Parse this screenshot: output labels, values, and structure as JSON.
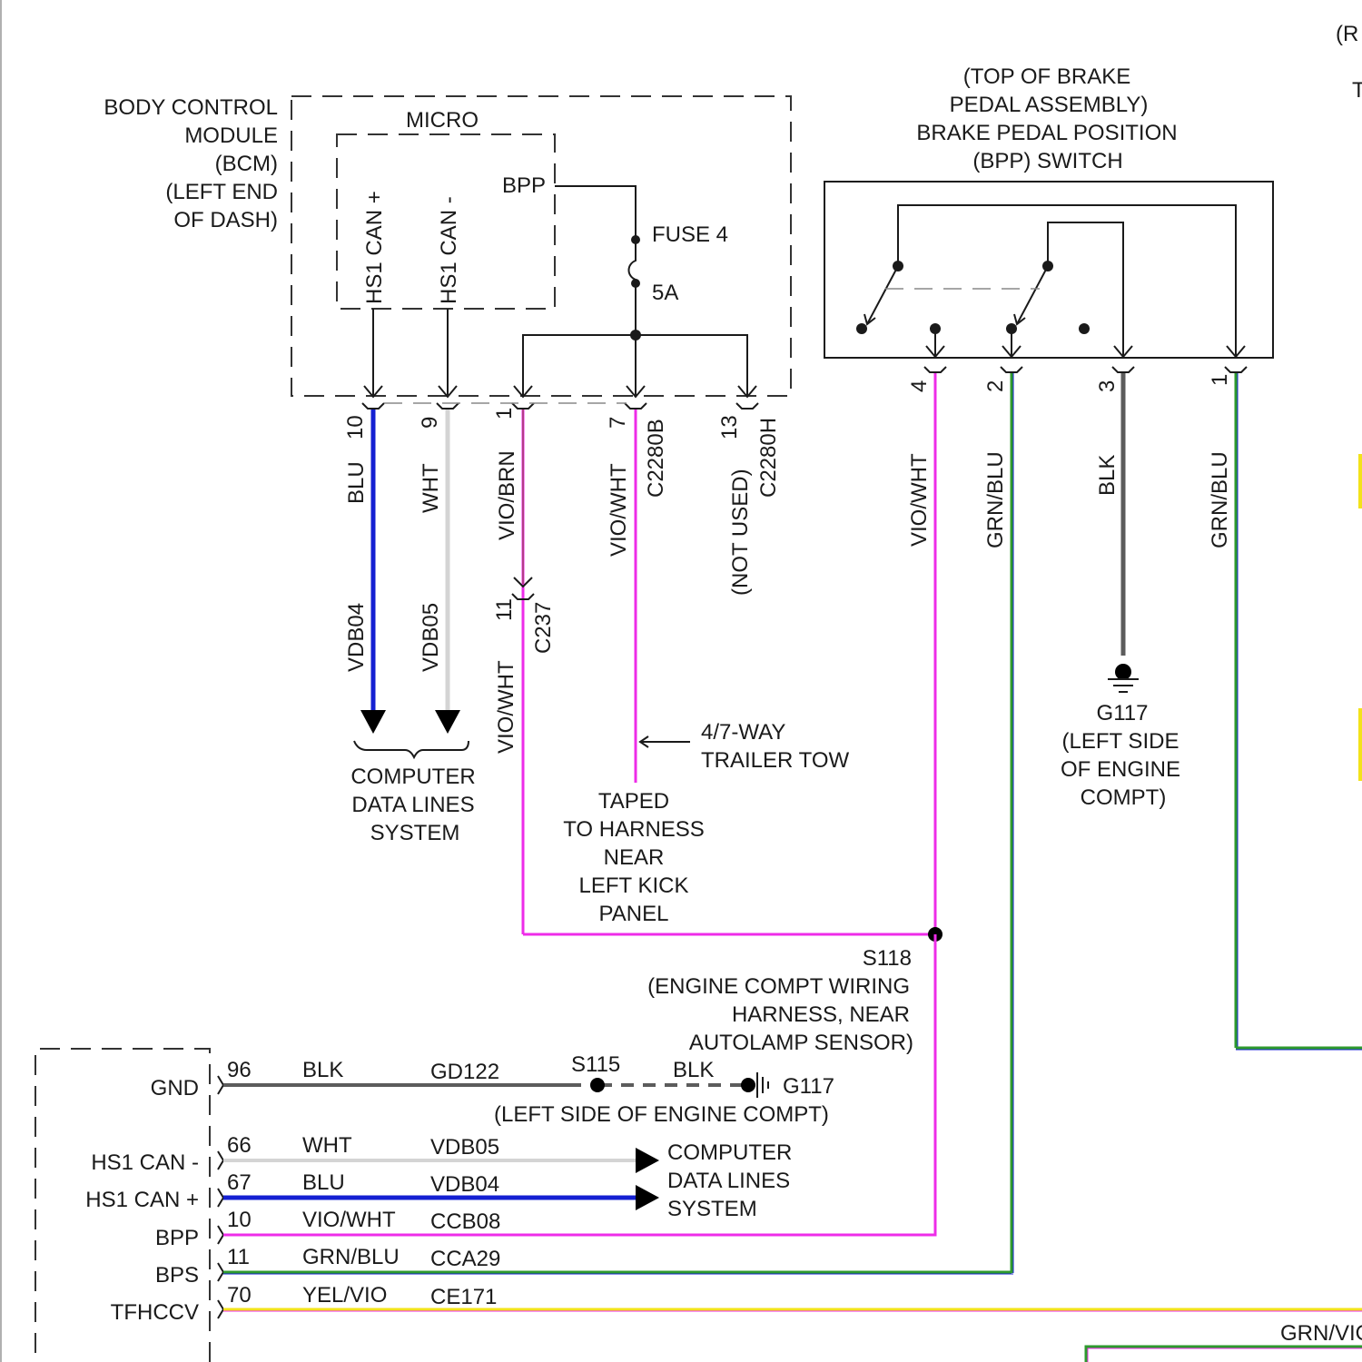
{
  "colors": {
    "blu": "#1420d2",
    "wht": "#d4d4d4",
    "vio": "#ee2ce8",
    "blk": "#5c5c5c",
    "grn": "#2e9a2e",
    "yel": "#f3e21a",
    "line": "#1a1a1a"
  },
  "top_right_fragments": {
    "r": "(R",
    "t": "T",
    "grnvio": "GRN/VIO"
  },
  "bcm": {
    "label_lines": [
      "BODY CONTROL",
      "MODULE",
      "(BCM)",
      "(LEFT END",
      "OF DASH)"
    ],
    "micro": "MICRO",
    "hs1_can_plus": "HS1 CAN +",
    "hs1_can_minus": "HS1 CAN -",
    "bpp": "BPP",
    "fuse": "FUSE 4",
    "fuse_rating": "5A",
    "pins": [
      "10",
      "9",
      "1",
      "7",
      "13"
    ],
    "connector_b": "C2280B",
    "connector_h": "C2280H",
    "not_used": "(NOT USED)"
  },
  "bcm_wires": {
    "blu": "BLU",
    "wht": "WHT",
    "vio_brn": "VIO/BRN",
    "vio_wht": "VIO/WHT",
    "vdb04": "VDB04",
    "vdb05": "VDB05",
    "c237_pin": "11",
    "c237": "C237",
    "vio_wht_lower": "VIO/WHT"
  },
  "computer_data_top": [
    "COMPUTER",
    "DATA LINES",
    "SYSTEM"
  ],
  "trailer_tow": [
    "4/7-WAY",
    "TRAILER TOW"
  ],
  "taped_note": [
    "TAPED",
    "TO HARNESS",
    "NEAR",
    "LEFT KICK",
    "PANEL"
  ],
  "bpp_switch": {
    "label_lines": [
      "(TOP OF BRAKE",
      "PEDAL ASSEMBLY)",
      "BRAKE PEDAL POSITION",
      "(BPP) SWITCH"
    ],
    "pins": [
      "4",
      "2",
      "3",
      "1"
    ],
    "wires": [
      "VIO/WHT",
      "GRN/BLU",
      "BLK",
      "GRN/BLU"
    ]
  },
  "ground_g117": [
    "G117",
    "(LEFT SIDE",
    "OF ENGINE",
    "COMPT)"
  ],
  "splice_s118": [
    "S118",
    "(ENGINE COMPT WIRING",
    "HARNESS, NEAR",
    "AUTOLAMP SENSOR)"
  ],
  "bottom_module": {
    "rows": [
      {
        "label": "GND",
        "pin": "96",
        "color": "BLK",
        "circuit": "GD122"
      },
      {
        "label": "HS1 CAN -",
        "pin": "66",
        "color": "WHT",
        "circuit": "VDB05"
      },
      {
        "label": "HS1 CAN +",
        "pin": "67",
        "color": "BLU",
        "circuit": "VDB04"
      },
      {
        "label": "BPP",
        "pin": "10",
        "color": "VIO/WHT",
        "circuit": "CCB08"
      },
      {
        "label": "BPS",
        "pin": "11",
        "color": "GRN/BLU",
        "circuit": "CCA29"
      },
      {
        "label": "TFHCCV",
        "pin": "70",
        "color": "YEL/VIO",
        "circuit": "CE171"
      }
    ],
    "s115": "S115",
    "blk_after_splice": "BLK",
    "g117": "G117",
    "g117_location": "(LEFT SIDE OF ENGINE COMPT)",
    "computer_data": [
      "COMPUTER",
      "DATA LINES",
      "SYSTEM"
    ]
  }
}
